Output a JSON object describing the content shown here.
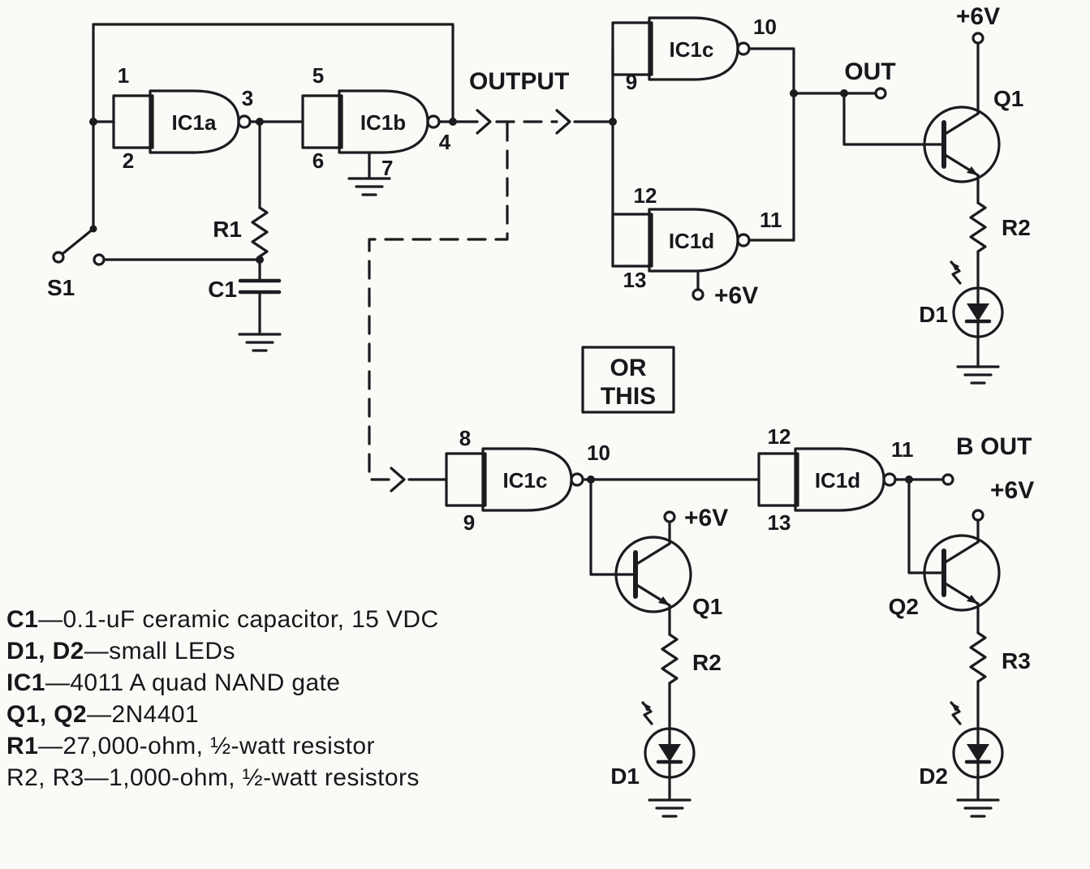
{
  "labels": {
    "output": "OUTPUT",
    "out": "OUT",
    "b_out": "B OUT",
    "or": "OR",
    "this": "THIS",
    "supply": "+6V"
  },
  "components": {
    "s1": "S1",
    "r1": "R1",
    "c1": "C1",
    "r2": "R2",
    "r3": "R3",
    "q1": "Q1",
    "q2": "Q2",
    "d1": "D1",
    "d2": "D2"
  },
  "gates": {
    "ic1a": {
      "name": "IC1a",
      "in1": "1",
      "in2": "2",
      "out": "3"
    },
    "ic1b": {
      "name": "IC1b",
      "in1": "5",
      "in2": "6",
      "out": "4",
      "gnd": "7"
    },
    "ic1c_top": {
      "name": "IC1c",
      "in": "9",
      "out": "10"
    },
    "ic1d_top": {
      "name": "IC1d",
      "in1": "12",
      "in2": "13",
      "out": "11"
    },
    "ic1c_bot": {
      "name": "IC1c",
      "in1": "8",
      "in2": "9",
      "out": "10"
    },
    "ic1d_bot": {
      "name": "IC1d",
      "in1": "12",
      "in2": "13",
      "out": "11"
    }
  },
  "parts_list": [
    {
      "name": "C1",
      "desc": "—0.1-uF ceramic capacitor, 15 VDC"
    },
    {
      "name": "D1, D2",
      "desc": "—small LEDs"
    },
    {
      "name": "IC1",
      "desc": "—4011 A quad NAND gate"
    },
    {
      "name": "Q1, Q2",
      "desc": "—2N4401"
    },
    {
      "name": "R1",
      "desc": "—27,000-ohm, ½-watt resistor"
    },
    {
      "name": "R2, R3",
      "desc": "—1,000-ohm, ½-watt resistors"
    }
  ]
}
